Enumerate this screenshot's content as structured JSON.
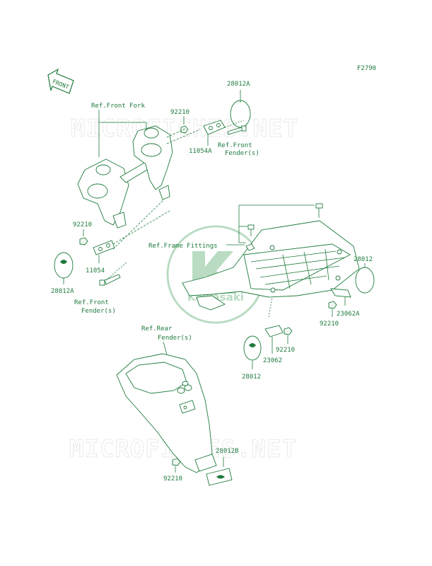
{
  "diagram_code": "F2790",
  "arrow_label": "FRONT",
  "watermark": "MICROFICHES.NET",
  "logo_text": "Kawasaki",
  "colors": {
    "ink": "#1e7a3c",
    "watermark": "#d6d6d6",
    "logo": "#b9dcc2"
  },
  "labels": {
    "p28012A_top": "28012A",
    "p92210_top": "92210",
    "p11054A": "11054A",
    "ref_front_fork": "Ref.Front Fork",
    "ref_front_fender_top_1": "Ref.Front",
    "ref_front_fender_top_2": "Fender(s)",
    "p92210_left": "92210",
    "p11054": "11054",
    "p28012A_left": "28012A",
    "ref_front_fender_left_1": "Ref.Front",
    "ref_front_fender_left_2": "Fender(s)",
    "ref_frame_fittings": "Ref.Frame Fittings",
    "p28012_right": "28012",
    "p23062A": "23062A",
    "p92210_right": "92210",
    "p92210_mid": "92210",
    "p23062": "23062",
    "p28012_mid": "28012",
    "ref_rear_fender_1": "Ref.Rear",
    "ref_rear_fender_2": "Fender(s)",
    "p28012B": "28012B",
    "p92210_bottom": "92210"
  }
}
